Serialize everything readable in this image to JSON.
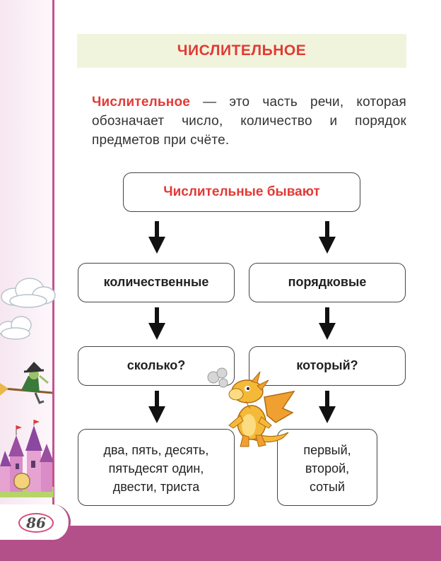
{
  "page": {
    "title": "ЧИСЛИТЕЛЬНОЕ",
    "page_number": "86",
    "definition": {
      "term": "Числительное",
      "text": " — это часть речи, которая обозначает число, количество и порядок предметов при счёте."
    }
  },
  "diagram": {
    "root": "Числительные бывают",
    "left": {
      "type": "количественные",
      "question": "сколько?",
      "examples": [
        "два, пять, десять,",
        "пятьдесят один,",
        "двести, триста"
      ]
    },
    "right": {
      "type": "порядковые",
      "question": "который?",
      "examples": [
        "первый,",
        "второй,",
        "сотый"
      ]
    }
  },
  "colors": {
    "accent_red": "#e23a36",
    "magenta": "#b3508a",
    "title_band": "#f0f4dc"
  },
  "illustrations": [
    "cloud-icon",
    "witch-on-broom-icon",
    "castle-icon",
    "dragon-icon"
  ]
}
